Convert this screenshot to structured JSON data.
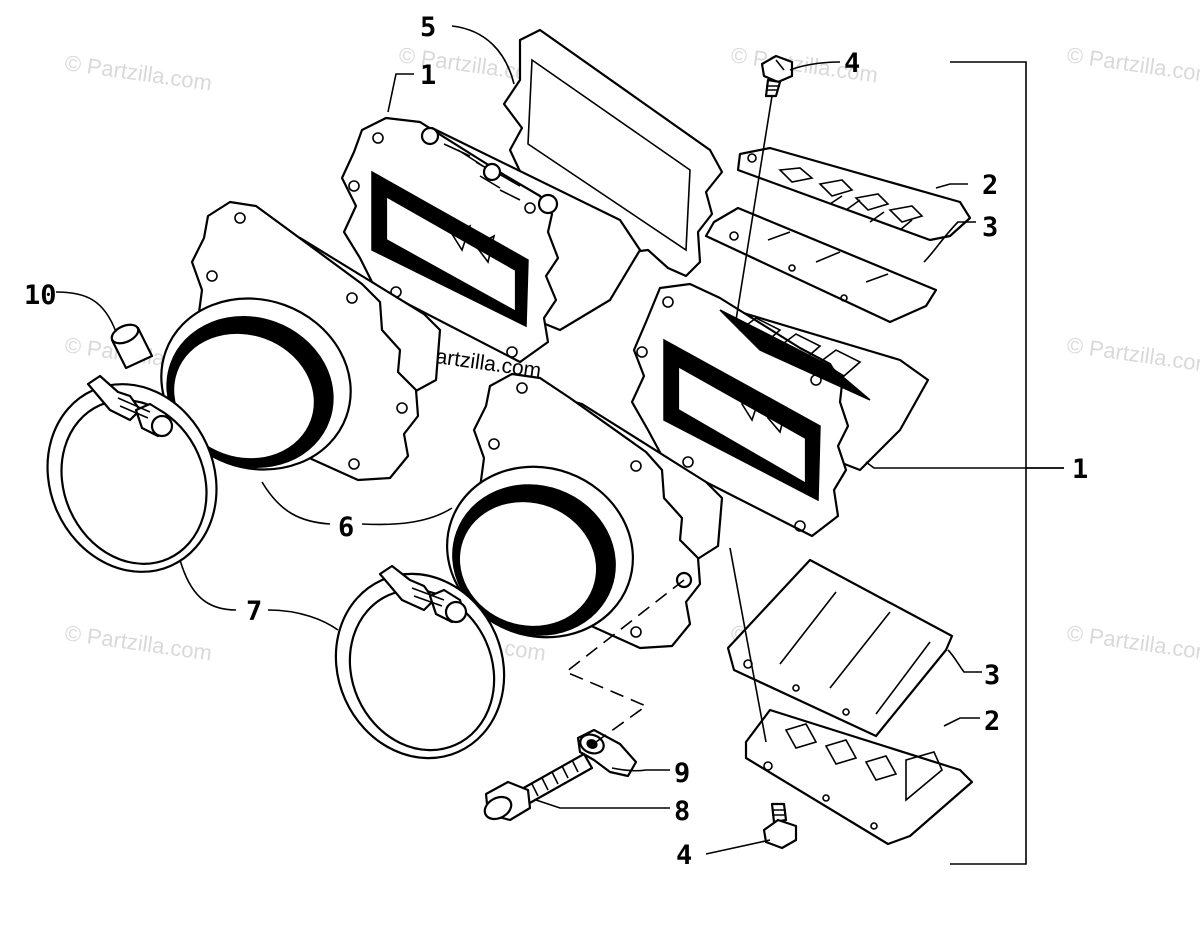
{
  "watermark": "© Partzilla.com",
  "callouts": {
    "c1_top": "1",
    "c1_right": "1",
    "c2_top": "2",
    "c2_bottom": "2",
    "c3_top": "3",
    "c3_bottom": "3",
    "c4_top": "4",
    "c4_bottom": "4",
    "c5": "5",
    "c6": "6",
    "c7": "7",
    "c8": "8",
    "c9": "9",
    "c10": "10"
  }
}
